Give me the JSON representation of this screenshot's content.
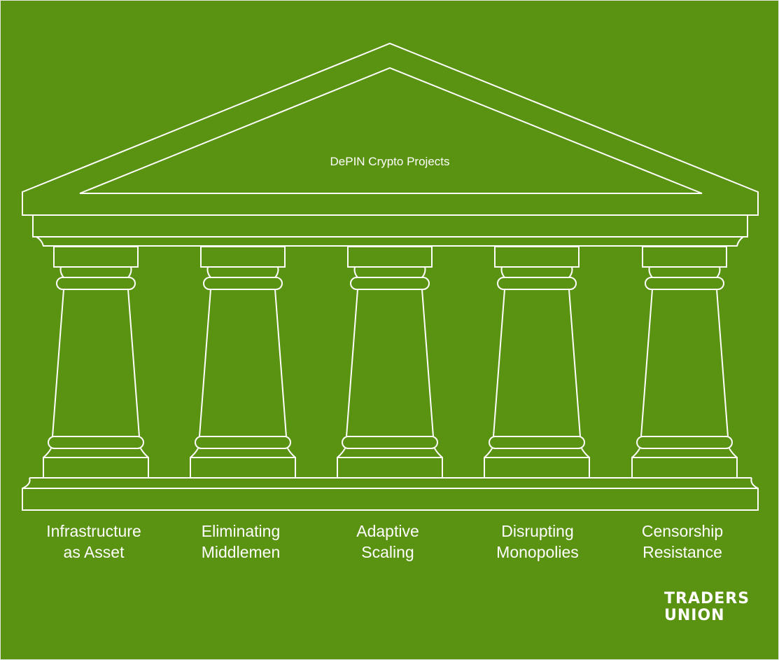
{
  "diagram": {
    "title": "DePIN Crypto Projects",
    "pillars": [
      {
        "line1": "Infrastructure",
        "line2": "as Asset"
      },
      {
        "line1": "Eliminating",
        "line2": "Middlemen"
      },
      {
        "line1": "Adaptive",
        "line2": "Scaling"
      },
      {
        "line1": "Disrupting",
        "line2": "Monopolies"
      },
      {
        "line1": "Censorship",
        "line2": "Resistance"
      }
    ]
  },
  "logo": {
    "line1": "TRADERS",
    "line2": "UNION"
  },
  "colors": {
    "background": "#5a9211",
    "line": "#ffffff",
    "text": "#ffffff"
  }
}
